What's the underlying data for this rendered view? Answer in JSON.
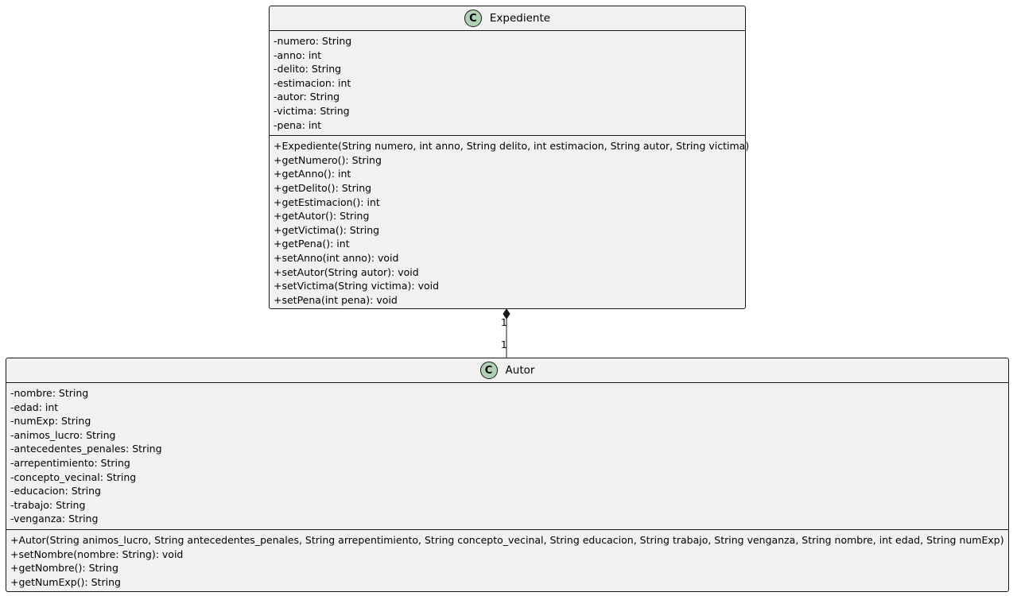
{
  "classes": {
    "expediente": {
      "icon": "C",
      "name": "Expediente",
      "fields": [
        "-numero: String",
        "-anno: int",
        "-delito: String",
        "-estimacion: int",
        "-autor: String",
        "-victima: String",
        "-pena: int"
      ],
      "methods": [
        "+Expediente(String numero, int anno, String delito, int estimacion, String autor, String victima)",
        "+getNumero(): String",
        "+getAnno(): int",
        "+getDelito(): String",
        "+getEstimacion(): int",
        "+getAutor(): String",
        "+getVictima(): String",
        "+getPena(): int",
        "+setAnno(int anno): void",
        "+setAutor(String autor): void",
        "+setVictima(String victima): void",
        "+setPena(int pena): void"
      ]
    },
    "autor": {
      "icon": "C",
      "name": "Autor",
      "fields": [
        "-nombre: String",
        "-edad: int",
        "-numExp: String",
        "-animos_lucro: String",
        "-antecedentes_penales: String",
        "-arrepentimiento: String",
        "-concepto_vecinal: String",
        "-educacion: String",
        "-trabajo: String",
        "-venganza: String"
      ],
      "methods": [
        "+Autor(String animos_lucro, String antecedentes_penales, String arrepentimiento, String concepto_vecinal, String educacion, String trabajo, String venganza, String nombre, int edad, String numExp)",
        "+setNombre(nombre: String): void",
        "+getNombre(): String",
        "+getNumExp(): String"
      ]
    }
  },
  "relation": {
    "type": "composition",
    "from": "Expediente",
    "to": "Autor",
    "from_multiplicity": "1",
    "to_multiplicity": "1"
  },
  "colors": {
    "box_fill": "#f1f1f1",
    "border": "#181818",
    "icon_fill": "#add1b2"
  }
}
